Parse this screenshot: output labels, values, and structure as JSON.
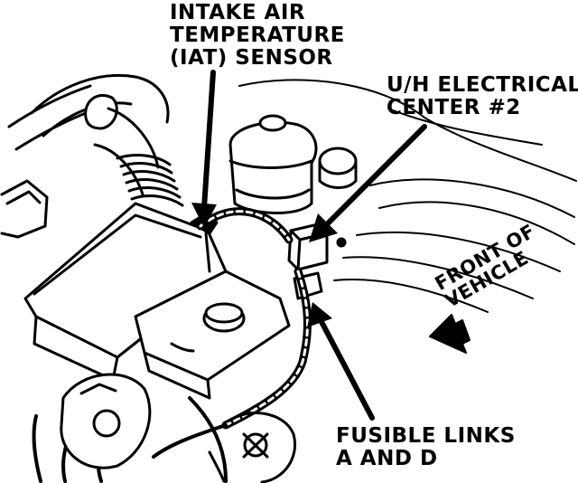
{
  "callouts": {
    "iat_sensor": {
      "line1": "INTAKE AIR",
      "line2": "TEMPERATURE",
      "line3": "(IAT) SENSOR"
    },
    "uh_center": {
      "line1": "U/H ELECTRICAL",
      "line2": "CENTER #2"
    },
    "fusible_links": {
      "line1": "FUSIBLE LINKS",
      "line2": "A AND D"
    },
    "front_of_vehicle": {
      "line1": "FRONT OF",
      "line2": "VEHICLE"
    }
  },
  "colors": {
    "ink": "#000000",
    "paper": "#ffffff"
  }
}
